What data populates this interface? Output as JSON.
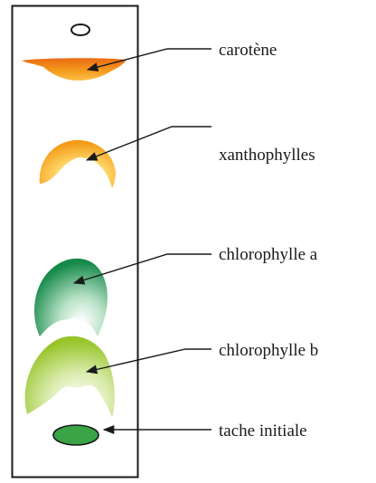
{
  "diagram": {
    "labels": {
      "carotene": "carotène",
      "xanthophylls": "xanthophylles",
      "chlorophyll_a": "chlorophylle a",
      "chlorophyll_b": "chlorophylle b",
      "initial_spot": "tache initiale"
    },
    "colors": {
      "carotene": "#f07a1a",
      "xanthophylls": "#f5a31d",
      "chlorophyll_a": "#1e9a55",
      "chlorophyll_b": "#9bc92f",
      "initial_spot": "#3aa447",
      "outline": "#1a1a1a"
    }
  }
}
